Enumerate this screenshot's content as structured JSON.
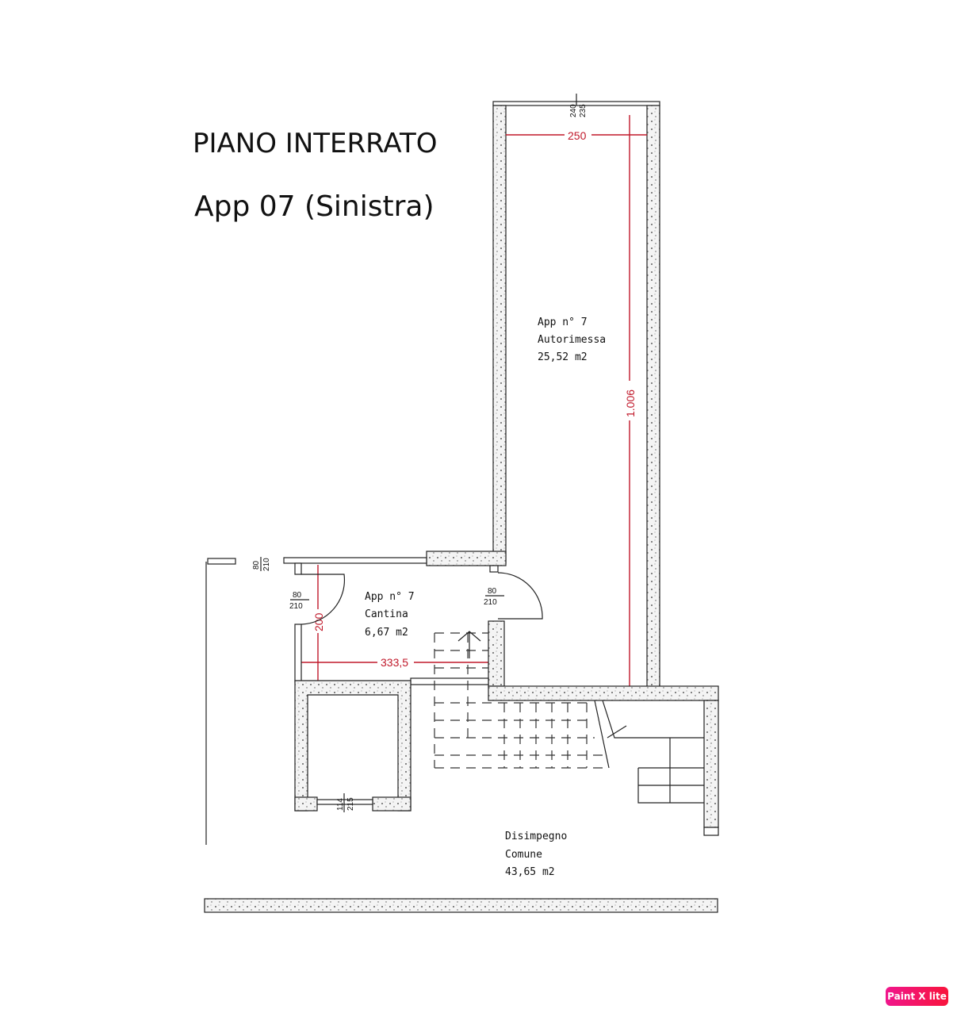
{
  "title": "PIANO INTERRATO",
  "subtitle": "App 07 (Sinistra)",
  "rooms": {
    "garage": {
      "line1": "App n° 7",
      "line2": "Autorimessa",
      "area": "25,52 m2"
    },
    "cellar": {
      "line1": "App n° 7",
      "line2": "Cantina",
      "area": "6,67 m2"
    },
    "common": {
      "line1": "Disimpegno",
      "line2": "Comune",
      "area": "43,65 m2"
    }
  },
  "dimensions": {
    "garage_width": "250",
    "garage_length": "1.006",
    "cellar_depth": "200",
    "cellar_width": "333,5",
    "garage_door_top": "240",
    "garage_door_bottom": "235"
  },
  "openings": {
    "left_top": {
      "w": "80",
      "h": "210"
    },
    "cellar_door": {
      "w": "80",
      "h": "210"
    },
    "garage_door": {
      "w": "80",
      "h": "210"
    },
    "lift": {
      "w": "114",
      "h": "215"
    }
  },
  "badge": "Paint X lite",
  "colors": {
    "dimension": "#c0182a",
    "badge_start": "#f0168c",
    "badge_end": "#f8143c"
  }
}
